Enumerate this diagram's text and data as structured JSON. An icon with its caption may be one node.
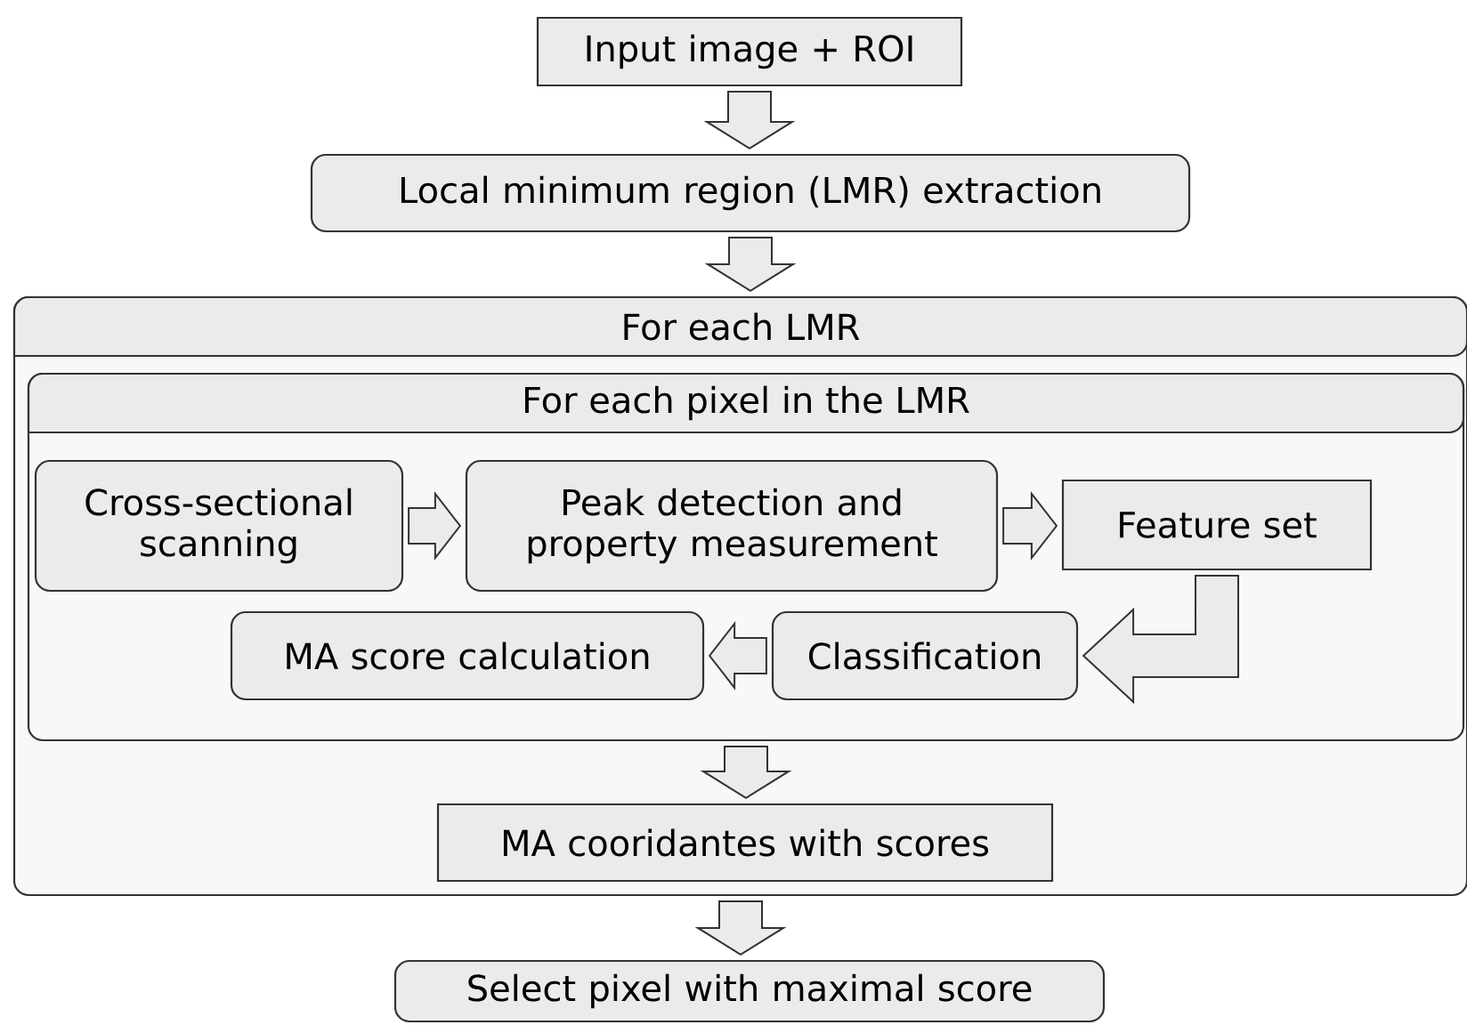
{
  "diagram": {
    "nodes": [
      {
        "text": [
          "Input image + ROI"
        ]
      },
      {
        "text": [
          "Local minimum region (LMR) extraction"
        ]
      },
      {
        "text": [
          "For each LMR"
        ]
      },
      {
        "text": [
          "For each pixel in the LMR"
        ],
        "in": 2
      },
      {
        "text": [
          "Cross-sectional scanning"
        ],
        "in": 3
      },
      {
        "text": [
          "Peak detection and property measurement"
        ],
        "in": 3
      },
      {
        "text": [
          "Feature set"
        ],
        "in": 3
      },
      {
        "text": [
          "Classification"
        ],
        "in": 3
      },
      {
        "text": [
          "MA score calculation"
        ],
        "in": 3
      },
      {
        "text": [
          "MA cooridantes with scores"
        ],
        "in": 2
      },
      {
        "text": [
          "Select pixel with maximal score"
        ]
      }
    ],
    "edges": [
      {
        "from": 0,
        "to": 1,
        "arrow": "to"
      },
      {
        "from": 1,
        "to": 2,
        "arrow": "to"
      },
      {
        "from": 4,
        "to": 5,
        "arrow": "to"
      },
      {
        "from": 5,
        "to": 6,
        "arrow": "to"
      },
      {
        "from": 6,
        "to": 7,
        "arrow": "to"
      },
      {
        "from": 7,
        "to": 8,
        "arrow": "to"
      },
      {
        "from": 3,
        "to": 9,
        "arrow": "to"
      },
      {
        "from": 2,
        "to": 10,
        "arrow": "to"
      }
    ]
  }
}
